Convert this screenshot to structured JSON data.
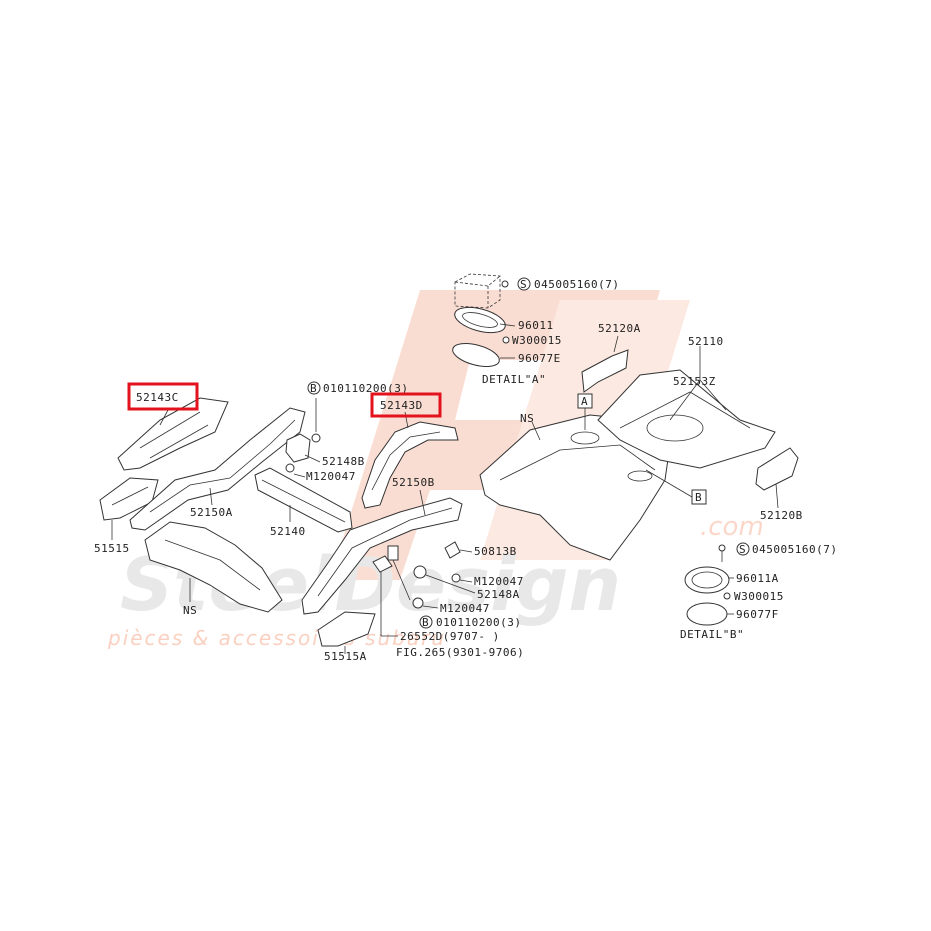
{
  "watermark": {
    "brand": "SteelDesign",
    "tagline": "pièces & accessoires subaru",
    "domain": ".com"
  },
  "labels": {
    "p52143C": "52143C",
    "p52143D": "52143D",
    "p52150A": "52150A",
    "p52150B": "52150B",
    "p51515": "51515",
    "p51515A": "51515A",
    "ns_left": "NS",
    "ns_right": "NS",
    "p52140": "52140",
    "p52148B": "52148B",
    "p52148A": "52148A",
    "m120047_a": "M120047",
    "m120047_b": "M120047",
    "m120047_c": "M120047",
    "bolt_top": "010110200(3)",
    "bolt_bottom": "010110200(3)",
    "b_marker": "B",
    "p50813B": "50813B",
    "p26552D": "26552D(9707-   )",
    "fig265": "FIG.265(9301-9706)",
    "s_marker": "S",
    "screw_a": "045005160(7)",
    "screw_b": "045005160(7)",
    "p96011": "96011",
    "w300015_a": "W300015",
    "p96077E": "96077E",
    "detail_a": "DETAIL\"A\"",
    "p52120A": "52120A",
    "p52110": "52110",
    "p52153Z": "52153Z",
    "callout_a": "A",
    "callout_b": "B",
    "p52120B": "52120B",
    "p96011A": "96011A",
    "w300015_b": "W300015",
    "p96077F": "96077F",
    "detail_b": "DETAIL\"B\""
  },
  "colors": {
    "highlight": "#e3121c",
    "watermark_logo": "#f7c3ae"
  }
}
